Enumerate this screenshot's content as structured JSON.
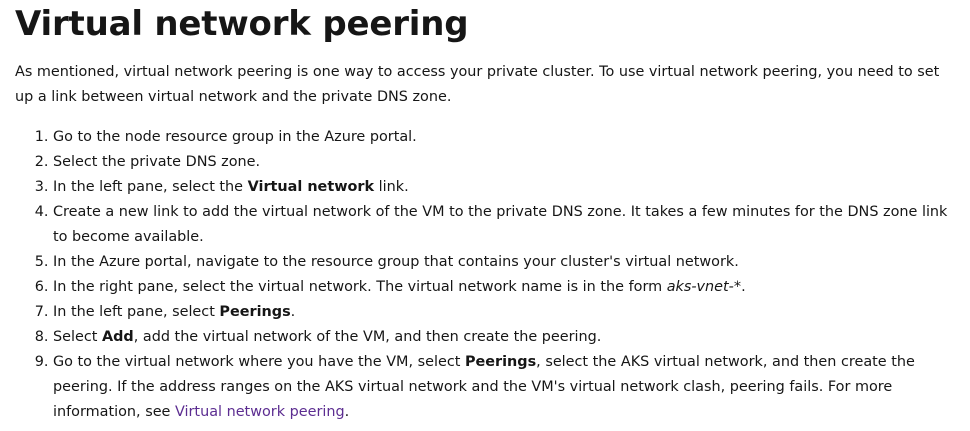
{
  "heading": "Virtual network peering",
  "intro": "As mentioned, virtual network peering is one way to access your private cluster. To use virtual network peering, you need to set up a link between virtual network and the private DNS zone.",
  "steps": {
    "s1": "Go to the node resource group in the Azure portal.",
    "s2": "Select the private DNS zone.",
    "s3": {
      "pre": "In the left pane, select the ",
      "bold": "Virtual network",
      "post": " link."
    },
    "s4": "Create a new link to add the virtual network of the VM to the private DNS zone. It takes a few minutes for the DNS zone link to become available.",
    "s5": "In the Azure portal, navigate to the resource group that contains your cluster's virtual network.",
    "s6": {
      "pre": "In the right pane, select the virtual network. The virtual network name is in the form ",
      "italic": "aks-vnet-*",
      "post": "."
    },
    "s7": {
      "pre": "In the left pane, select ",
      "bold": "Peerings",
      "post": "."
    },
    "s8": {
      "pre": "Select ",
      "bold": "Add",
      "post": ", add the virtual network of the VM, and then create the peering."
    },
    "s9": {
      "pre": "Go to the virtual network where you have the VM, select ",
      "bold": "Peerings",
      "post": ", select the AKS virtual network, and then create the peering. If the address ranges on the AKS virtual network and the VM's virtual network clash, peering fails. For more information, see ",
      "link": "Virtual network peering",
      "end": "."
    }
  },
  "colors": {
    "text": "#161616",
    "link": "#5c2d91"
  }
}
